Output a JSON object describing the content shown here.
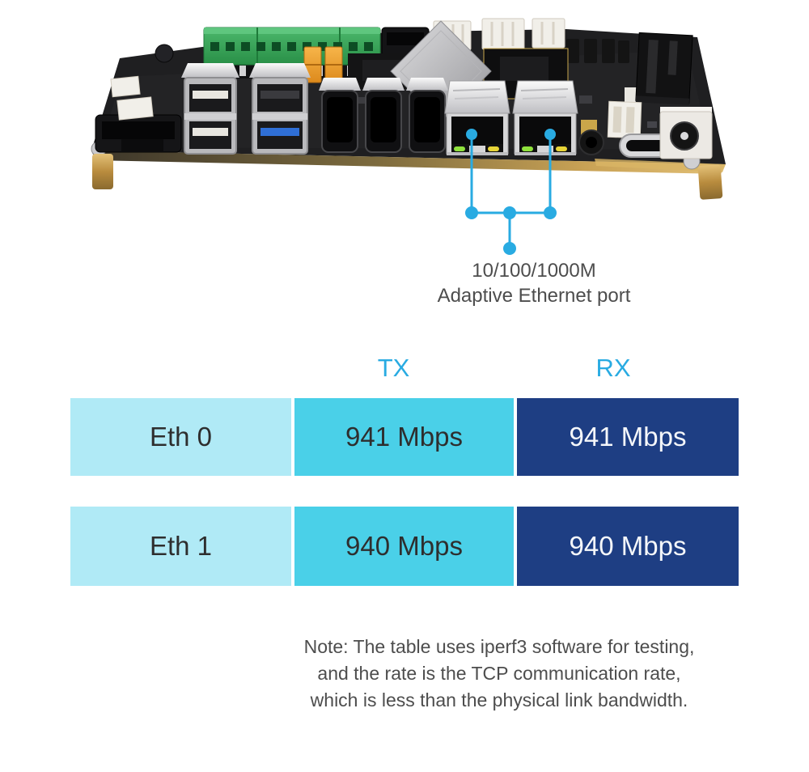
{
  "callout": {
    "line1": "10/100/1000M",
    "line2": "Adaptive Ethernet port"
  },
  "table": {
    "headers": {
      "tx": "TX",
      "rx": "RX"
    },
    "rows": [
      {
        "label": "Eth 0",
        "tx": "941 Mbps",
        "rx": "941 Mbps"
      },
      {
        "label": "Eth 1",
        "tx": "940 Mbps",
        "rx": "940 Mbps"
      }
    ]
  },
  "note": {
    "line1": "Note: The table uses iperf3 software for testing,",
    "line2": "and the rate is the TCP communication rate,",
    "line3": "which is less than the physical link bandwidth."
  },
  "colors": {
    "accent_blue": "#29ABE2",
    "cell_light_cyan": "#B0EAF6",
    "cell_cyan": "#4AD0E8",
    "cell_navy": "#1E3E83",
    "text_dark": "#2E2E2E",
    "text_on_navy": "#F5F7FA",
    "note_gray": "#4D4D4D",
    "led_green": "#8FE23C",
    "led_amber": "#E7D437"
  },
  "board": {
    "image_name": "single-board-computer-photo",
    "highlighted_ports": [
      "eth0-rj45",
      "eth1-rj45"
    ]
  }
}
